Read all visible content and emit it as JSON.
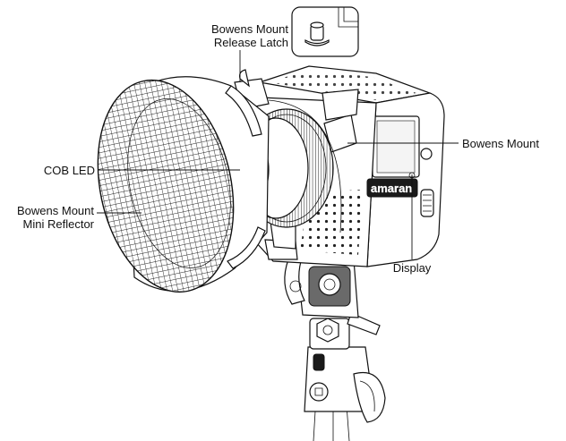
{
  "labels": {
    "release_latch": [
      "Bowens Mount",
      "Release Latch"
    ],
    "bowens_mount": "Bowens Mount",
    "cob_led": "COB LED",
    "mini_reflector": [
      "Bowens Mount",
      "Mini Reflector"
    ],
    "display": "Display"
  },
  "brand": "amaran"
}
